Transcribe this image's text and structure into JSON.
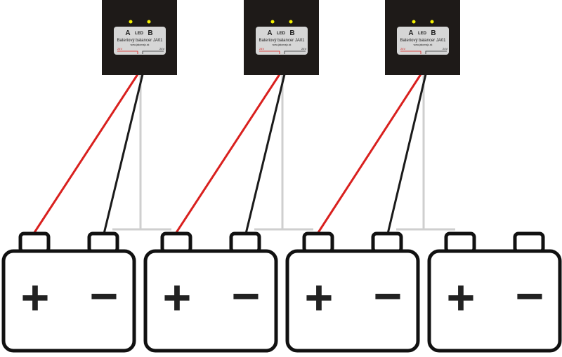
{
  "balancers": [
    {
      "led_a": "A",
      "led_label": "LED",
      "led_b": "B",
      "name": "Bateriový balancer JA01",
      "website": "www.jakomajo.sk",
      "left_voltage": "24V",
      "right_voltage": "24V"
    },
    {
      "led_a": "A",
      "led_label": "LED",
      "led_b": "B",
      "name": "Bateriový balancer JA01",
      "website": "www.jakomajo.sk",
      "left_voltage": "24V",
      "right_voltage": "24V"
    },
    {
      "led_a": "A",
      "led_label": "LED",
      "led_b": "B",
      "name": "Bateriový balancer JA01",
      "website": "www.jakomajo.sk",
      "left_voltage": "24V",
      "right_voltage": "24V"
    }
  ],
  "batteries": [
    {
      "plus": "+",
      "minus": "−"
    },
    {
      "plus": "+",
      "minus": "−"
    },
    {
      "plus": "+",
      "minus": "−"
    },
    {
      "plus": "+",
      "minus": "−"
    }
  ],
  "colors": {
    "positive_wire": "#d9201e",
    "negative_wire": "#1a1a1a",
    "middle_wire": "#cfcfcf",
    "led": "#f4f000",
    "box": "#1e1a18"
  }
}
